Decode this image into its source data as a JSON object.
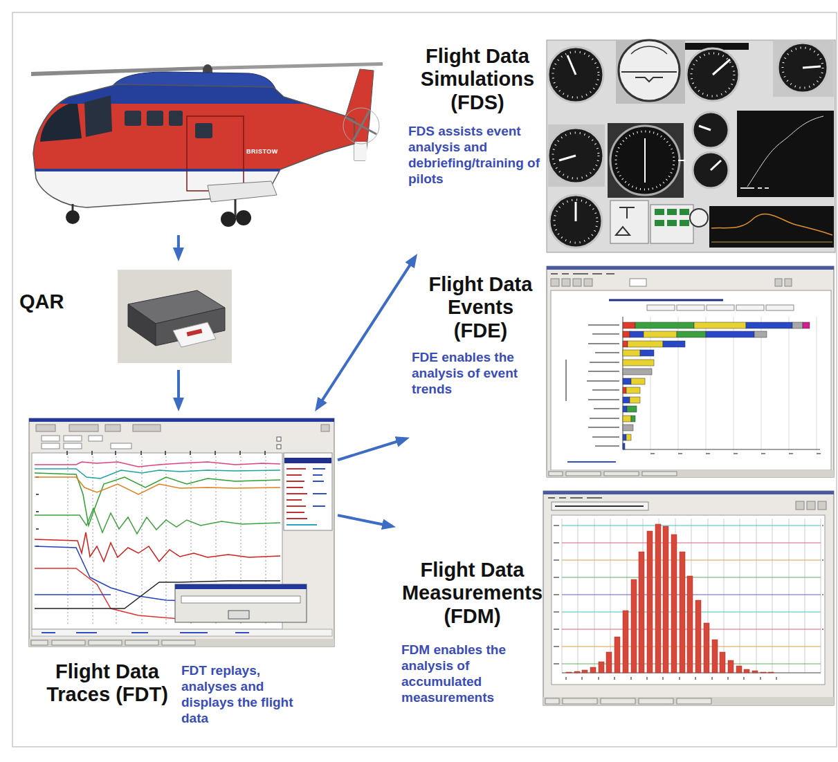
{
  "diagram": {
    "nodes": [
      {
        "text": [
          "BRISTOW"
        ]
      },
      {
        "text": [
          "QAR"
        ]
      },
      {
        "text": [
          "Flight Data Traces (FDT)",
          "FDT replays, analyses and displays the flight data"
        ]
      },
      {
        "text": [
          "Flight Data Simulations (FDS)",
          "FDS assists event analysis and debriefing/training of pilots"
        ]
      },
      {
        "text": [
          "Flight Data Events (FDE)",
          "FDE enables the analysis of event trends"
        ]
      },
      {
        "text": [
          "Flight Data Measurements (FDM)",
          "FDM enables the analysis of accumulated measurements"
        ]
      }
    ],
    "edges": [
      {
        "from": 0,
        "to": 1,
        "arrow": "to"
      },
      {
        "from": 1,
        "to": 2,
        "arrow": "to"
      },
      {
        "from": 2,
        "to": 3,
        "arrow": "both"
      },
      {
        "from": 2,
        "to": 4,
        "arrow": "to"
      },
      {
        "from": 2,
        "to": 5,
        "arrow": "to"
      }
    ]
  }
}
